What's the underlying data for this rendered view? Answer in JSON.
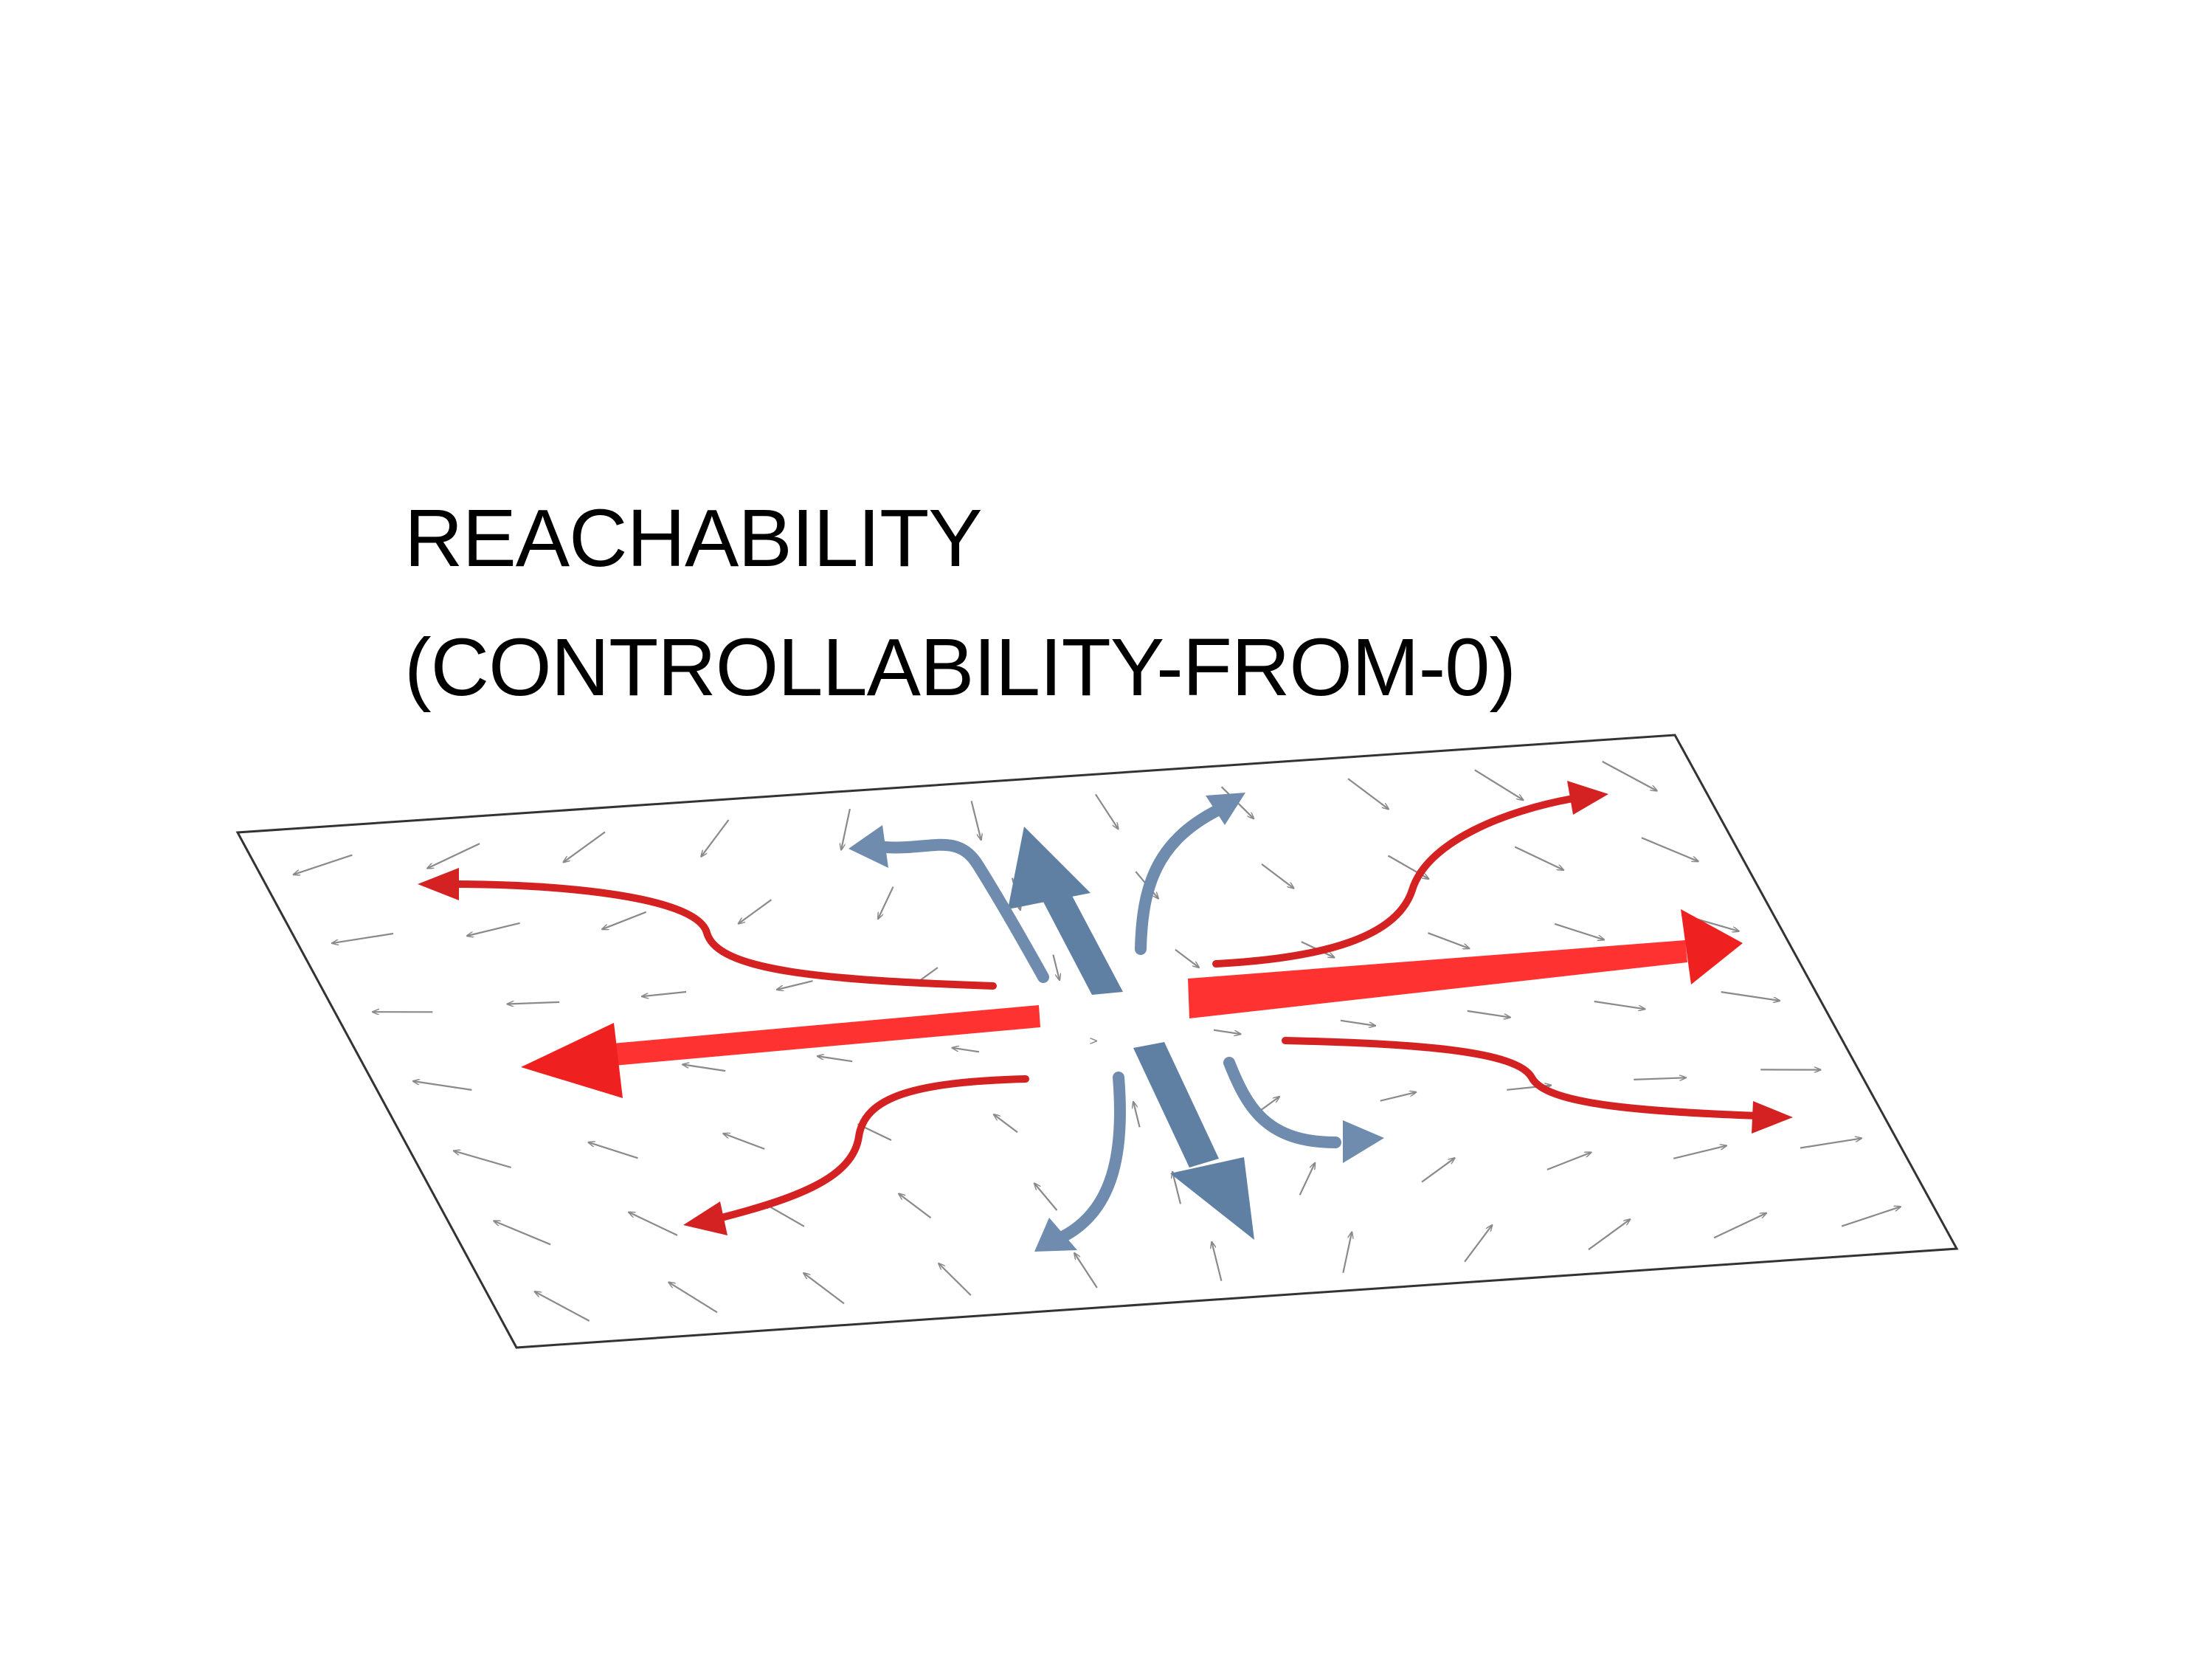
{
  "slide": {
    "title": "REACHABILITY",
    "subtitle": "(CONTROLLABILITY-FROM-0)"
  },
  "colors": {
    "background": "#ffffff",
    "text": "#000000",
    "plane_outline": "#333333",
    "vector_field": "#8a8a8a",
    "expanding_arrows": "#ee2a2a",
    "contracting_arrows": "#5f7fa3"
  },
  "icons": {
    "plane": "state-plane",
    "field": "vector-field-arrows",
    "red_arrows": "unstable-direction-arrows",
    "blue_arrows": "stable-direction-arrows"
  }
}
